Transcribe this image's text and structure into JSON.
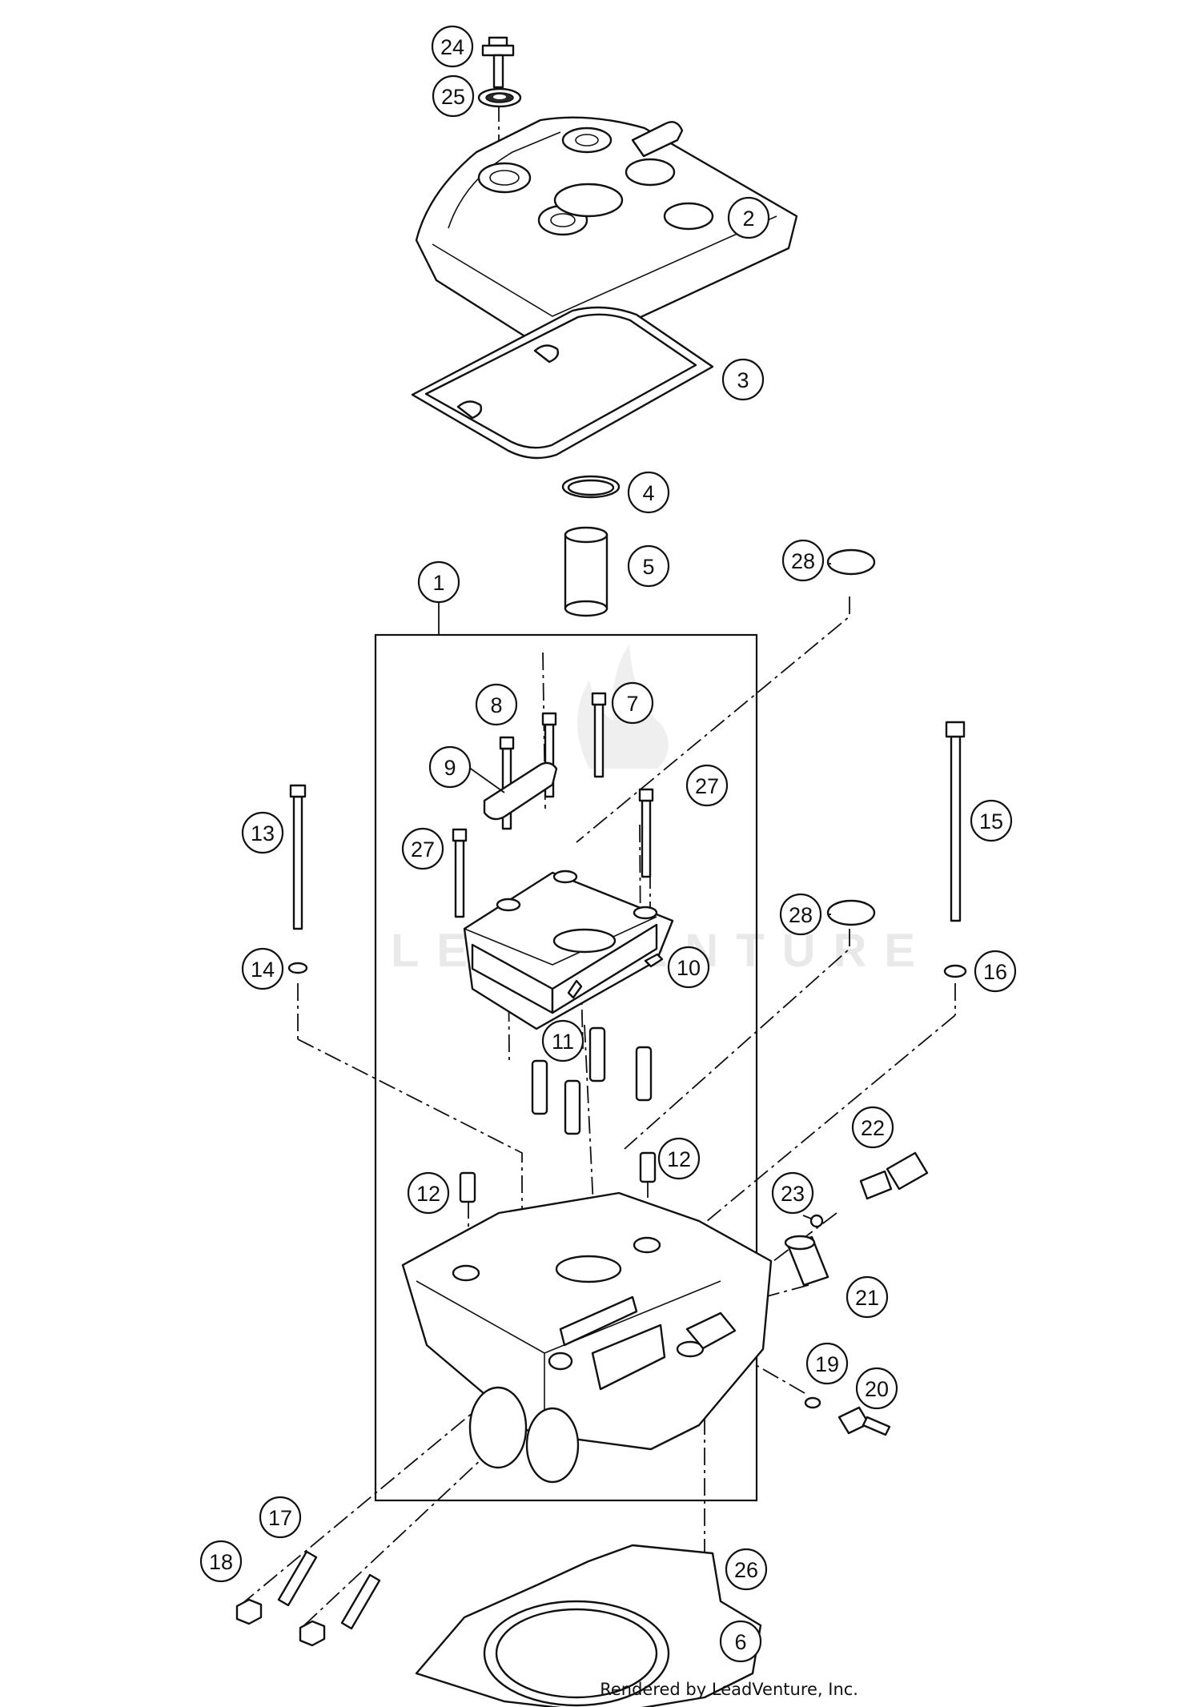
{
  "footer": {
    "credit": "Rendered by LeadVenture, Inc."
  },
  "watermark": {
    "text": "LEADVENTURE"
  },
  "callouts": [
    {
      "id": "1",
      "label": "1"
    },
    {
      "id": "2",
      "label": "2"
    },
    {
      "id": "3",
      "label": "3"
    },
    {
      "id": "4",
      "label": "4"
    },
    {
      "id": "5",
      "label": "5"
    },
    {
      "id": "6",
      "label": "6"
    },
    {
      "id": "7",
      "label": "7"
    },
    {
      "id": "8",
      "label": "8"
    },
    {
      "id": "9",
      "label": "9"
    },
    {
      "id": "10",
      "label": "10"
    },
    {
      "id": "11",
      "label": "11"
    },
    {
      "id": "12a",
      "label": "12"
    },
    {
      "id": "12b",
      "label": "12"
    },
    {
      "id": "13",
      "label": "13"
    },
    {
      "id": "14",
      "label": "14"
    },
    {
      "id": "15",
      "label": "15"
    },
    {
      "id": "16",
      "label": "16"
    },
    {
      "id": "17",
      "label": "17"
    },
    {
      "id": "18",
      "label": "18"
    },
    {
      "id": "19",
      "label": "19"
    },
    {
      "id": "20",
      "label": "20"
    },
    {
      "id": "21",
      "label": "21"
    },
    {
      "id": "22",
      "label": "22"
    },
    {
      "id": "23",
      "label": "23"
    },
    {
      "id": "24",
      "label": "24"
    },
    {
      "id": "25",
      "label": "25"
    },
    {
      "id": "26",
      "label": "26"
    },
    {
      "id": "27a",
      "label": "27"
    },
    {
      "id": "27b",
      "label": "27"
    },
    {
      "id": "28a",
      "label": "28"
    },
    {
      "id": "28b",
      "label": "28"
    }
  ]
}
